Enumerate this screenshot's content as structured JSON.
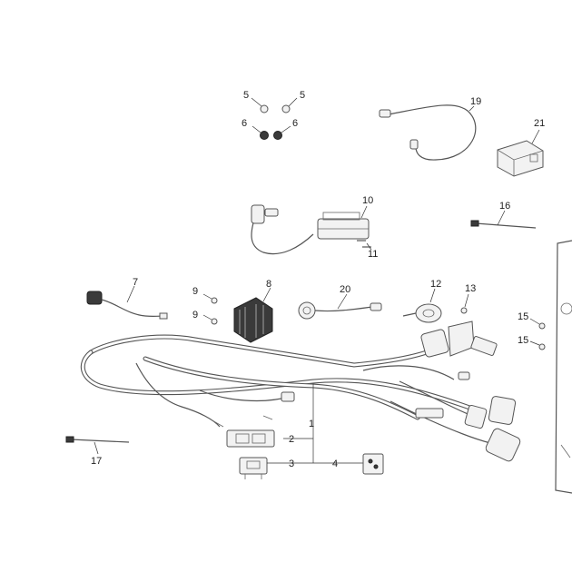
{
  "callouts": {
    "c1": "1",
    "c2": "2",
    "c3": "3",
    "c4": "4",
    "c5a": "5",
    "c5b": "5",
    "c6a": "6",
    "c6b": "6",
    "c7": "7",
    "c8": "8",
    "c9a": "9",
    "c9b": "9",
    "c10": "10",
    "c11": "11",
    "c12": "12",
    "c13": "13",
    "c15a": "15",
    "c15b": "15",
    "c16": "16",
    "c17": "17",
    "c19": "19",
    "c20": "20",
    "c21": "21"
  },
  "parts": {
    "p1": "wiring-harness",
    "p2": "fuse-box",
    "p3": "relay",
    "p4": "relay-flasher",
    "p5": "grommet-screw",
    "p6": "grommet-rubber",
    "p7": "side-stand-switch",
    "p8": "regulator-rectifier",
    "p9": "bolt",
    "p10": "ignition-coil",
    "p11": "coil-bolt",
    "p12": "horn",
    "p13": "horn-bolt",
    "p15": "screw",
    "p16": "cable-tie",
    "p17": "cable-tie",
    "p19": "ground-cable",
    "p20": "brake-light-switch",
    "p21": "cdi-unit"
  },
  "colors": {
    "line": "#555555",
    "text": "#222222",
    "background": "#ffffff"
  }
}
